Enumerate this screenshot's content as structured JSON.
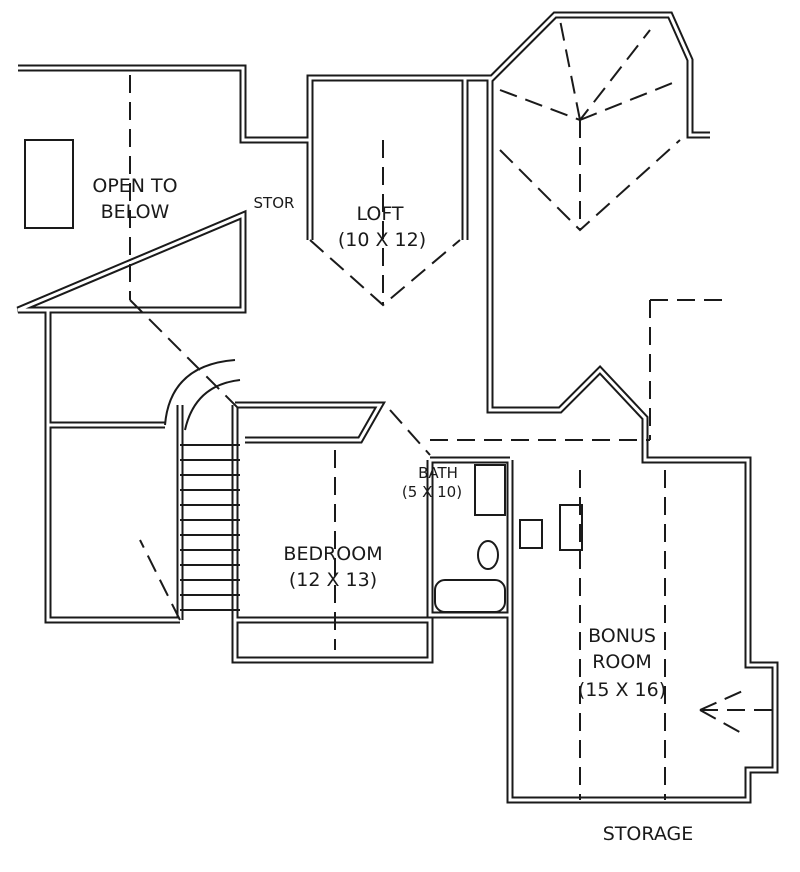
{
  "rooms": {
    "open_to_below": {
      "line1": "OPEN TO",
      "line2": "BELOW"
    },
    "stor": {
      "name": "STOR"
    },
    "loft": {
      "name": "LOFT",
      "size": "(10 X 12)"
    },
    "bath": {
      "name": "BATH",
      "size": "(5 X 10)"
    },
    "bedroom": {
      "name": "BEDROOM",
      "size": "(12 X 13)"
    },
    "bonus_room": {
      "line1": "BONUS",
      "line2": "ROOM",
      "size": "(15 X 16)"
    },
    "storage": {
      "name": "STORAGE"
    }
  }
}
